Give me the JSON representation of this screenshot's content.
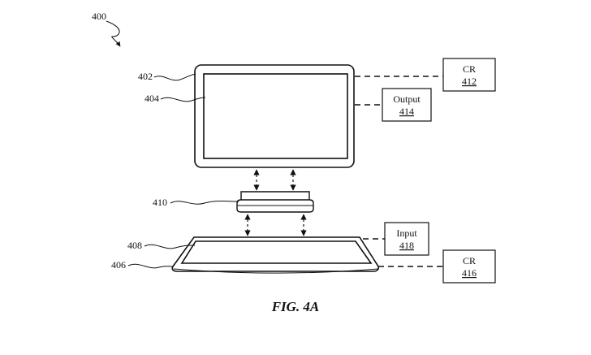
{
  "figure": {
    "caption": "FIG. 4A",
    "ref_main": "400"
  },
  "refs": {
    "display_outer": "402",
    "display_screen": "404",
    "dock": "410",
    "base_screen": "408",
    "base_outer": "406"
  },
  "boxes": {
    "cr_top": {
      "title": "CR",
      "number": "412"
    },
    "output": {
      "title": "Output",
      "number": "414"
    },
    "input": {
      "title": "Input",
      "number": "418"
    },
    "cr_bottom": {
      "title": "CR",
      "number": "416"
    }
  },
  "colors": {
    "ink": "#111111",
    "background": "#ffffff"
  }
}
